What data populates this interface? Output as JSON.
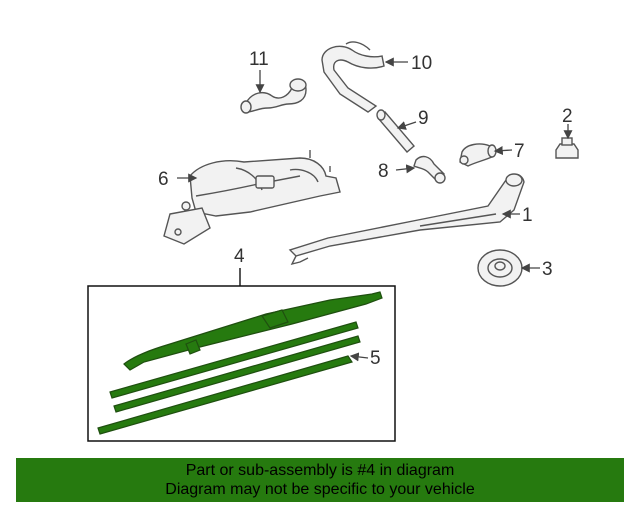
{
  "diagram": {
    "callouts": {
      "c1": "1",
      "c2": "2",
      "c3": "3",
      "c4": "4",
      "c5": "5",
      "c6": "6",
      "c7": "7",
      "c8": "8",
      "c9": "9",
      "c10": "10",
      "c11": "11"
    },
    "highlighted_part": "4",
    "colors": {
      "highlight_fill": "#267a0f",
      "line_art": "#555555",
      "part_fill": "#f2f2f2",
      "callout_box_border": "#111111"
    }
  },
  "footer": {
    "line1": "Part or sub-assembly is #4 in diagram",
    "line2": "Diagram may not be specific to your vehicle",
    "background": "#267a0f"
  }
}
